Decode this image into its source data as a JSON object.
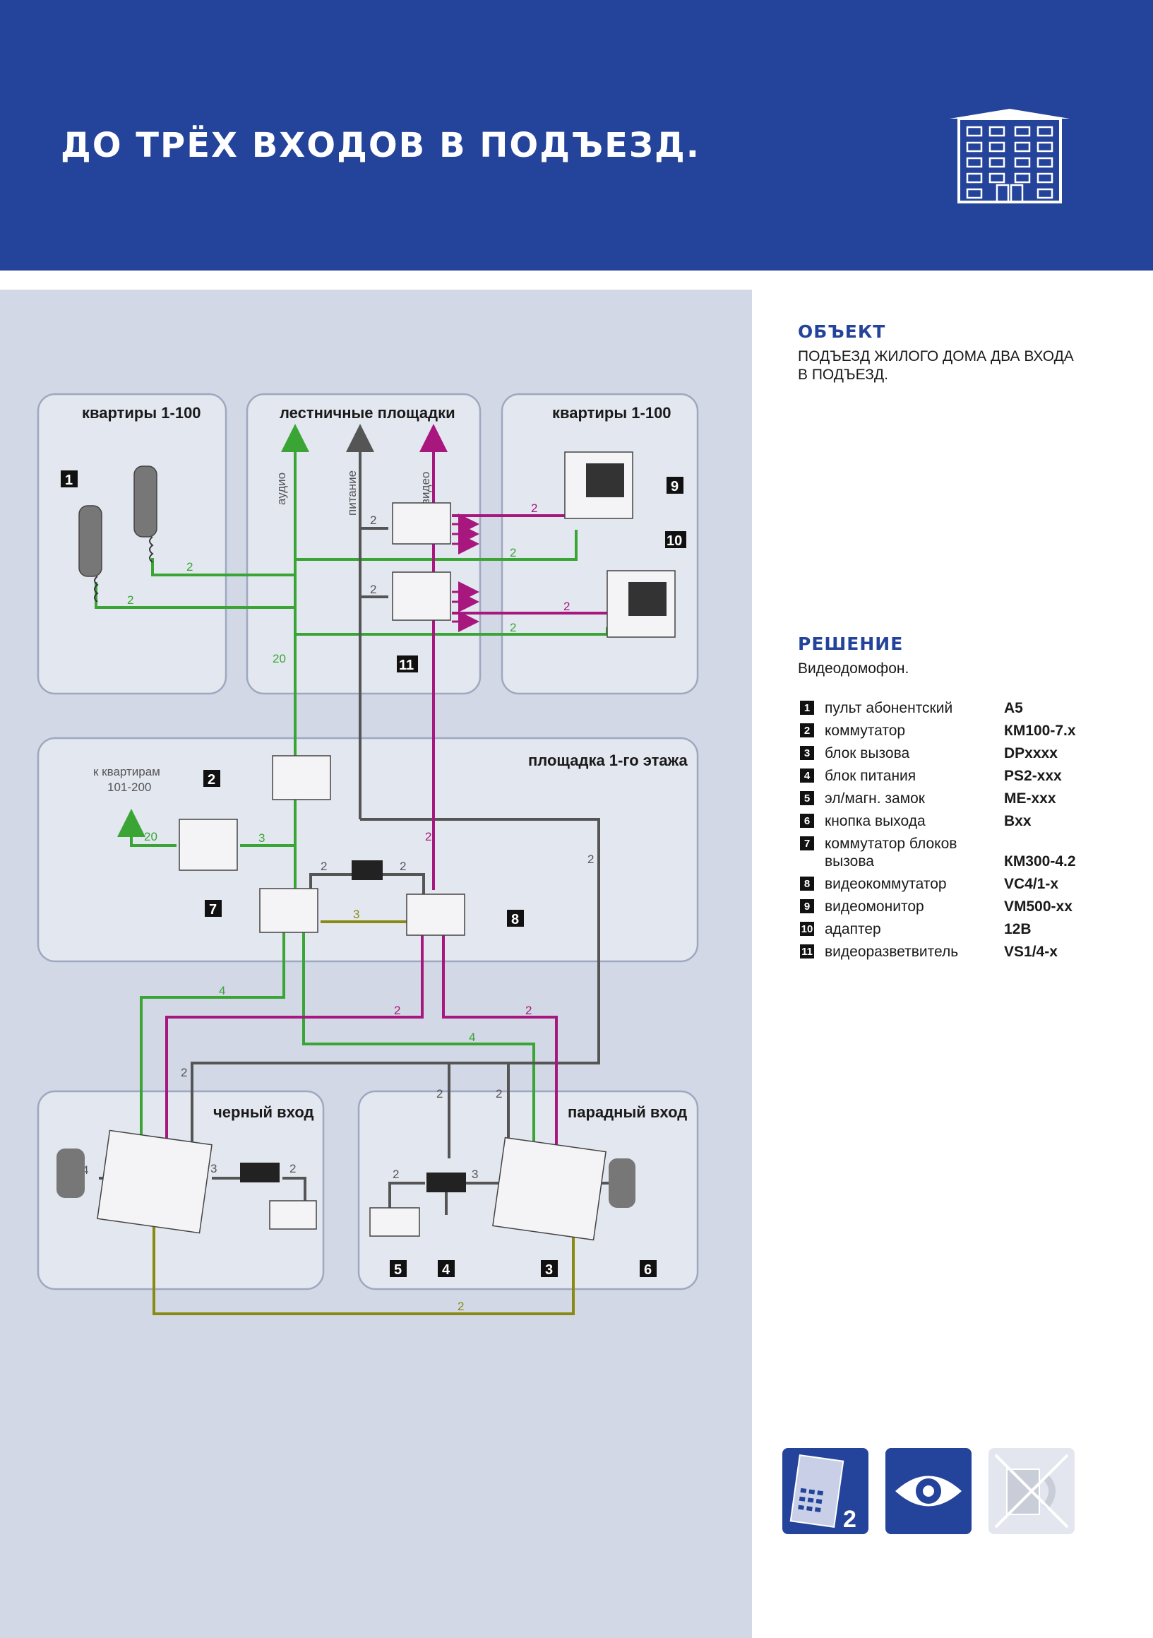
{
  "header": {
    "title": "ДО ТРЁХ ВХОДОВ В ПОДЪЕЗД.",
    "icon": "building-icon"
  },
  "object": {
    "title": "ОБЪЕКТ",
    "text_line1": "ПОДЪЕЗД ЖИЛОГО ДОМА  ДВА ВХОДА",
    "text_line2": "В ПОДЪЕЗД."
  },
  "solution": {
    "title": "РЕШЕНИЕ",
    "text": "Видеодомофон."
  },
  "legend": [
    {
      "num": "1",
      "name": "пульт абонентский",
      "code": "А5"
    },
    {
      "num": "2",
      "name": "коммутатор",
      "code": "КМ100-7.x"
    },
    {
      "num": "3",
      "name": "блок вызова",
      "code": "DPxxxx"
    },
    {
      "num": "4",
      "name": "блок питания",
      "code": "PS2-xxx"
    },
    {
      "num": "5",
      "name": "эл/магн. замок",
      "code": "ME-xxx"
    },
    {
      "num": "6",
      "name": "кнопка выхода",
      "code": "Bxx"
    },
    {
      "num": "7",
      "name": "коммутатор блоков вызова",
      "code": "КМ300-4.2"
    },
    {
      "num": "8",
      "name": "видеокоммутатор",
      "code": "VC4/1-x"
    },
    {
      "num": "9",
      "name": "видеомонитор",
      "code": "VM500-xx"
    },
    {
      "num": "10",
      "name": "адаптер",
      "code": "12В"
    },
    {
      "num": "11",
      "name": "видеоразветвитель",
      "code": "VS1/4-x"
    }
  ],
  "diagram": {
    "zones": {
      "apartments_left": "квартиры 1-100",
      "stair_landings": "лестничные площадки",
      "apartments_right": "квартиры 1-100",
      "first_floor": "площадка 1-го этажа",
      "back_entrance": "черный вход",
      "front_entrance": "парадный вход"
    },
    "wire_labels": {
      "audio": "аудио",
      "power": "питание",
      "video": "видео"
    },
    "to_apartments_line1": "к квартирам",
    "to_apartments_line2": "101-200",
    "colors": {
      "audio": "#3aa535",
      "power": "#555555",
      "video": "#a8177e",
      "olive": "#8a8a12"
    },
    "wire_counts": {
      "w1": "2",
      "w2": "2",
      "w3": "2",
      "w4": "2",
      "w5": "2",
      "w6": "2",
      "w7": "2",
      "w8": "20",
      "w9": "20",
      "w10": "3",
      "w11": "2",
      "w12": "2",
      "w13": "3",
      "w14": "2",
      "w15": "2",
      "w16": "4",
      "w17": "2",
      "w18": "2",
      "w19": "4",
      "w20": "2",
      "w21": "2",
      "w22": "2",
      "w23": "4",
      "w24": "3",
      "w25": "2",
      "w26": "2",
      "w27": "3",
      "w28": "4",
      "w29": "2",
      "w30": "2",
      "w31": "2"
    },
    "tags": {
      "t1": "1",
      "t2": "2",
      "t3": "3",
      "t4": "4",
      "t5": "5",
      "t6": "6",
      "t7": "7",
      "t8": "8",
      "t9": "9",
      "t10": "10",
      "t11": "11"
    }
  },
  "badges": {
    "panel_count": "2",
    "icons": [
      "call-panel-icon",
      "eye-icon",
      "handset-crossed-icon"
    ]
  }
}
